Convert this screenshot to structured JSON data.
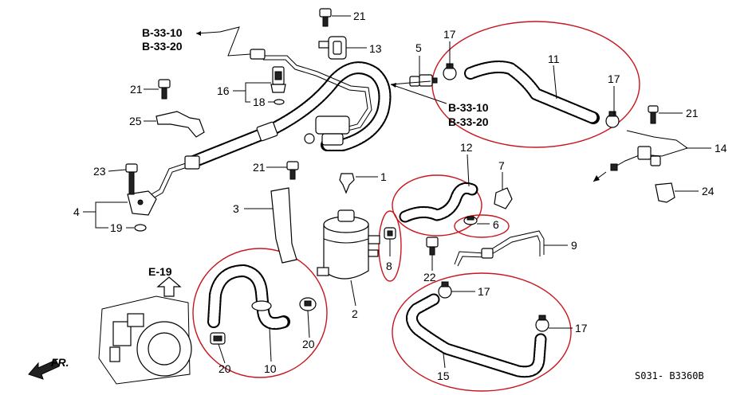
{
  "callouts": {
    "c1": "1",
    "c2": "2",
    "c3": "3",
    "c4": "4",
    "c5": "5",
    "c6": "6",
    "c7": "7",
    "c8": "8",
    "c9": "9",
    "c10": "10",
    "c11": "11",
    "c12": "12",
    "c13": "13",
    "c14": "14",
    "c15": "15",
    "c16": "16",
    "c17a": "17",
    "c17b": "17",
    "c17c": "17",
    "c17d": "17",
    "c18": "18",
    "c19": "19",
    "c20a": "20",
    "c20b": "20",
    "c21a": "21",
    "c21b": "21",
    "c21c": "21",
    "c21d": "21",
    "c22": "22",
    "c23": "23",
    "c24": "24",
    "c25": "25"
  },
  "references": {
    "top_a": "B-33-10",
    "top_b": "B-33-20",
    "mid_a": "B-33-10",
    "mid_b": "B-33-20",
    "engine_ref": "E-19"
  },
  "direction_label": "FR.",
  "diagram_code": "S031- B3360B",
  "colors": {
    "highlight": "#c8161e",
    "line": "#000000",
    "background": "#ffffff"
  }
}
